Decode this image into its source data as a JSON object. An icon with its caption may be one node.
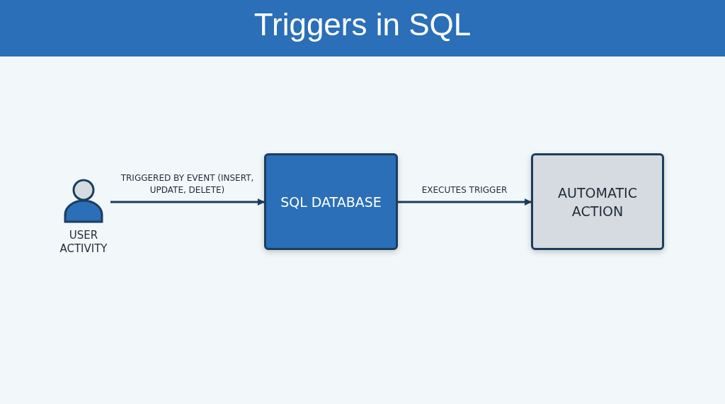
{
  "diagram": {
    "title": "Triggers in SQL",
    "nodes": [
      {
        "text": [
          "USER ACTIVITY"
        ]
      },
      {
        "text": [
          "SQL DATABASE"
        ]
      },
      {
        "text": [
          "AUTOMATIC ACTION"
        ]
      }
    ],
    "edges": [
      {
        "from": 0,
        "to": 1,
        "arrow": "to",
        "label": "TRIGGERED BY EVENT (INSERT, UPDATE, DELETE)"
      },
      {
        "from": 1,
        "to": 2,
        "arrow": "to",
        "label": "EXECUTES TRIGGER"
      }
    ]
  }
}
